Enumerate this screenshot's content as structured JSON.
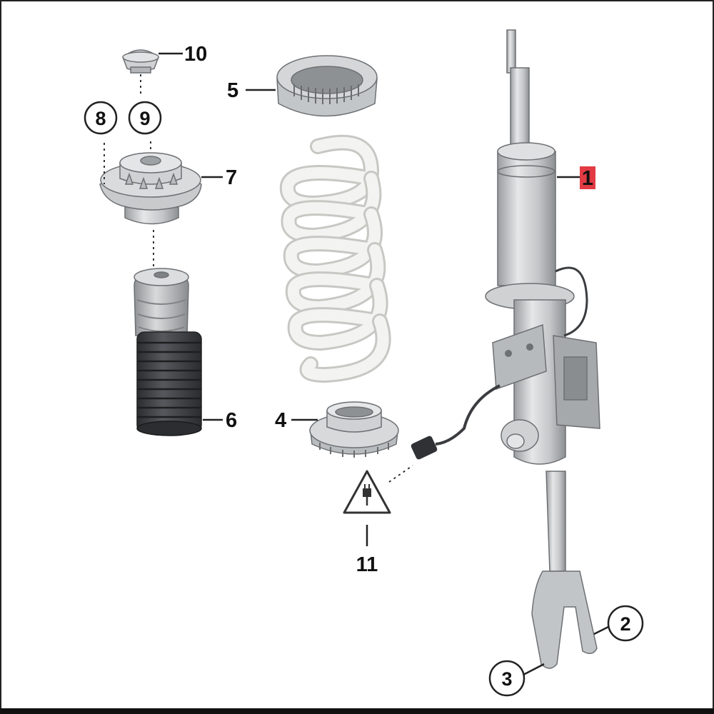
{
  "diagram": {
    "callouts": [
      {
        "id": "1",
        "label": "1",
        "highlighted": true
      },
      {
        "id": "2",
        "label": "2"
      },
      {
        "id": "3",
        "label": "3"
      },
      {
        "id": "4",
        "label": "4"
      },
      {
        "id": "5",
        "label": "5"
      },
      {
        "id": "6",
        "label": "6"
      },
      {
        "id": "7",
        "label": "7"
      },
      {
        "id": "8",
        "label": "8"
      },
      {
        "id": "9",
        "label": "9"
      },
      {
        "id": "10",
        "label": "10"
      },
      {
        "id": "11",
        "label": "11"
      }
    ],
    "symbols": {
      "warning": "electrical-connector-warning-icon"
    },
    "colors": {
      "highlight": "#e23b44",
      "part_light": "#e3e4e5",
      "part_mid": "#c9cbcd",
      "part_dark": "#8e9194",
      "boot_dark": "#3a3c3f",
      "spring": "#f2f2f0"
    }
  }
}
